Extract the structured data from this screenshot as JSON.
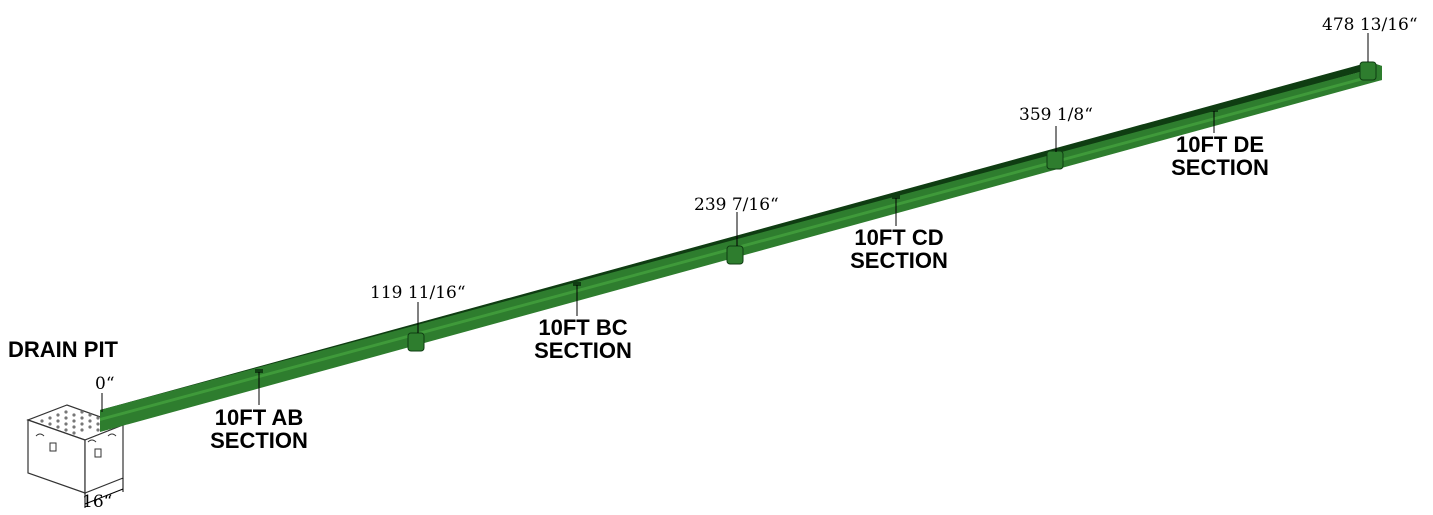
{
  "title": "DRAIN PIT",
  "pit_width_label": "16“",
  "channel_color": "#2e7d2e",
  "channel_dark": "#0f3d12",
  "channel_light": "#3f9a3a",
  "sections": [
    {
      "line1": "10FT AB",
      "line2": "SECTION"
    },
    {
      "line1": "10FT BC",
      "line2": "SECTION"
    },
    {
      "line1": "10FT CD",
      "line2": "SECTION"
    },
    {
      "line1": "10FT DE",
      "line2": "SECTION"
    }
  ],
  "stations": [
    {
      "label": "0“"
    },
    {
      "label": "119 11/16“"
    },
    {
      "label": "239 7/16“"
    },
    {
      "label": "359 1/8“"
    },
    {
      "label": "478 13/16“"
    }
  ]
}
